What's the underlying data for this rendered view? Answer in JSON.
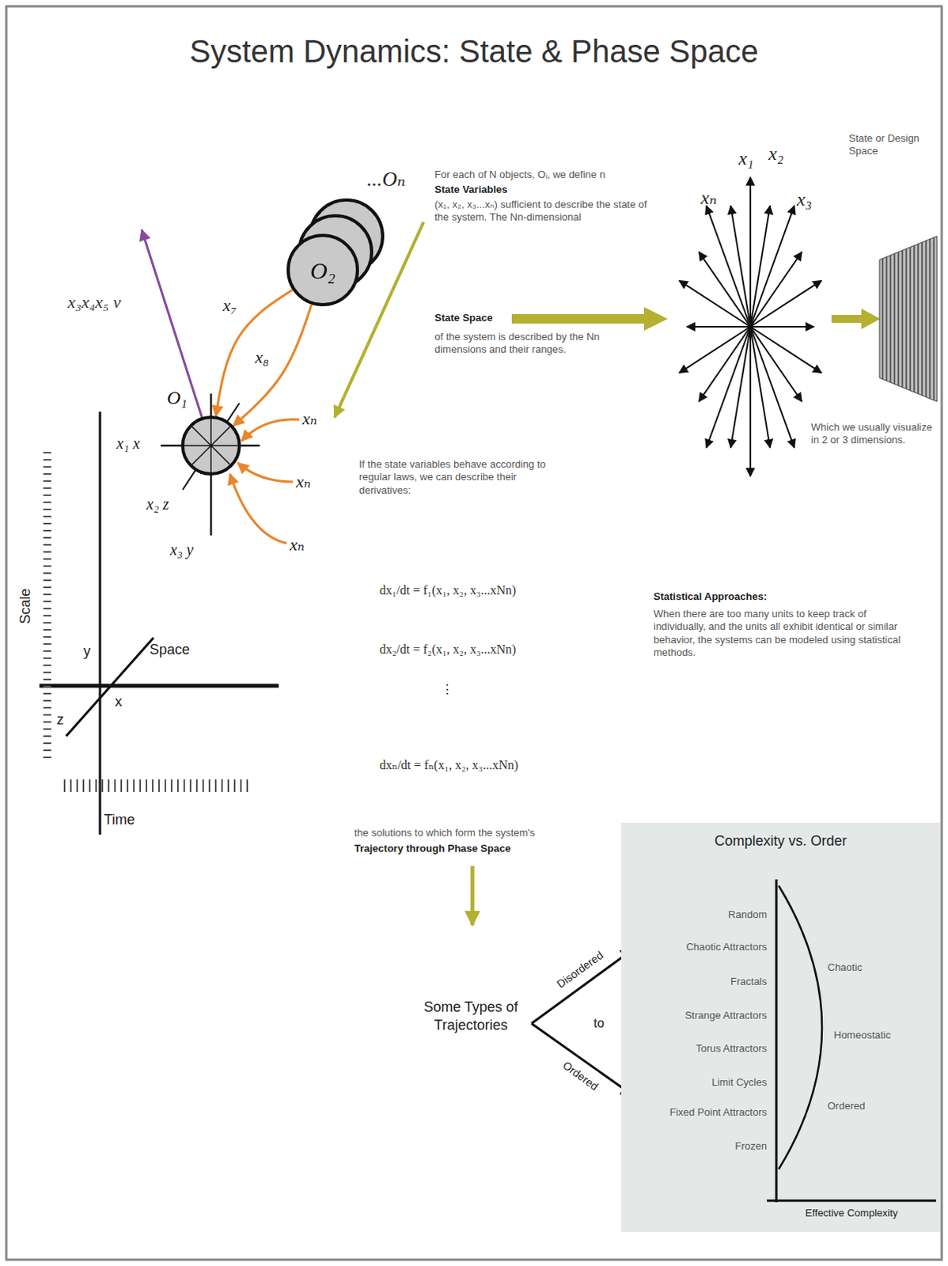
{
  "diagram": {
    "title": "System Dynamics: State & Phase Space",
    "nodes": [
      {
        "text": [
          "O₂"
        ]
      },
      {
        "text": [
          "O₁"
        ]
      },
      {
        "text": [
          "Complexity vs. Order",
          "Random",
          "Chaotic Attractors",
          "Fractals",
          "Strange Attractors",
          "Torus Attractors",
          "Limit Cycles",
          "Fixed Point Attractors",
          "Frozen",
          "Chaotic",
          "Homeostatic",
          "Ordered",
          "Effective Complexity"
        ]
      }
    ],
    "edges": [
      {
        "from": 0,
        "to": 1,
        "label": "x₇",
        "arrow": "to"
      },
      {
        "from": 0,
        "to": 1,
        "label": "x₈",
        "arrow": "to"
      }
    ],
    "labels": [
      "...Oₙ",
      "For each of N objects, Oᵢ, we define n",
      "State Variables",
      "(x₁, x₂, x₃...xₙ) sufficient to describe the state of the system. The Nn-dimensional",
      "State Space",
      "of the system is described by the Nn dimensions and their ranges.",
      "x₁",
      "x₂",
      "xₙ",
      "x₃",
      "State or Design Space",
      "Which we usually visualize in 2 or 3 dimensions.",
      "x₃x₄x₅ v",
      "x₁ x",
      "x₂ z",
      "x₃ y",
      "xₙ",
      "xₙ",
      "xₙ",
      "Scale",
      "y",
      "Space",
      "x",
      "z",
      "Time",
      "If the state variables behave according to regular laws, we can describe their derivatives:",
      "dx₁/dt = f₁(x₁, x₂, x₃...xNn)",
      "dx₂/dt = f₂(x₁, x₂, x₃...xNn)",
      "⋮",
      "dxₙ/dt = fₙ(x₁, x₂, x₃...xNn)",
      "the solutions to which form the system's",
      "Trajectory through Phase Space",
      "Statistical Approaches:",
      "When there are too many units to keep track of individually, and the units all exhibit identical or similar behavior, the systems can be modeled using statistical methods.",
      "Some Types of Trajectories",
      "Disordered",
      "to",
      "Ordered"
    ]
  }
}
